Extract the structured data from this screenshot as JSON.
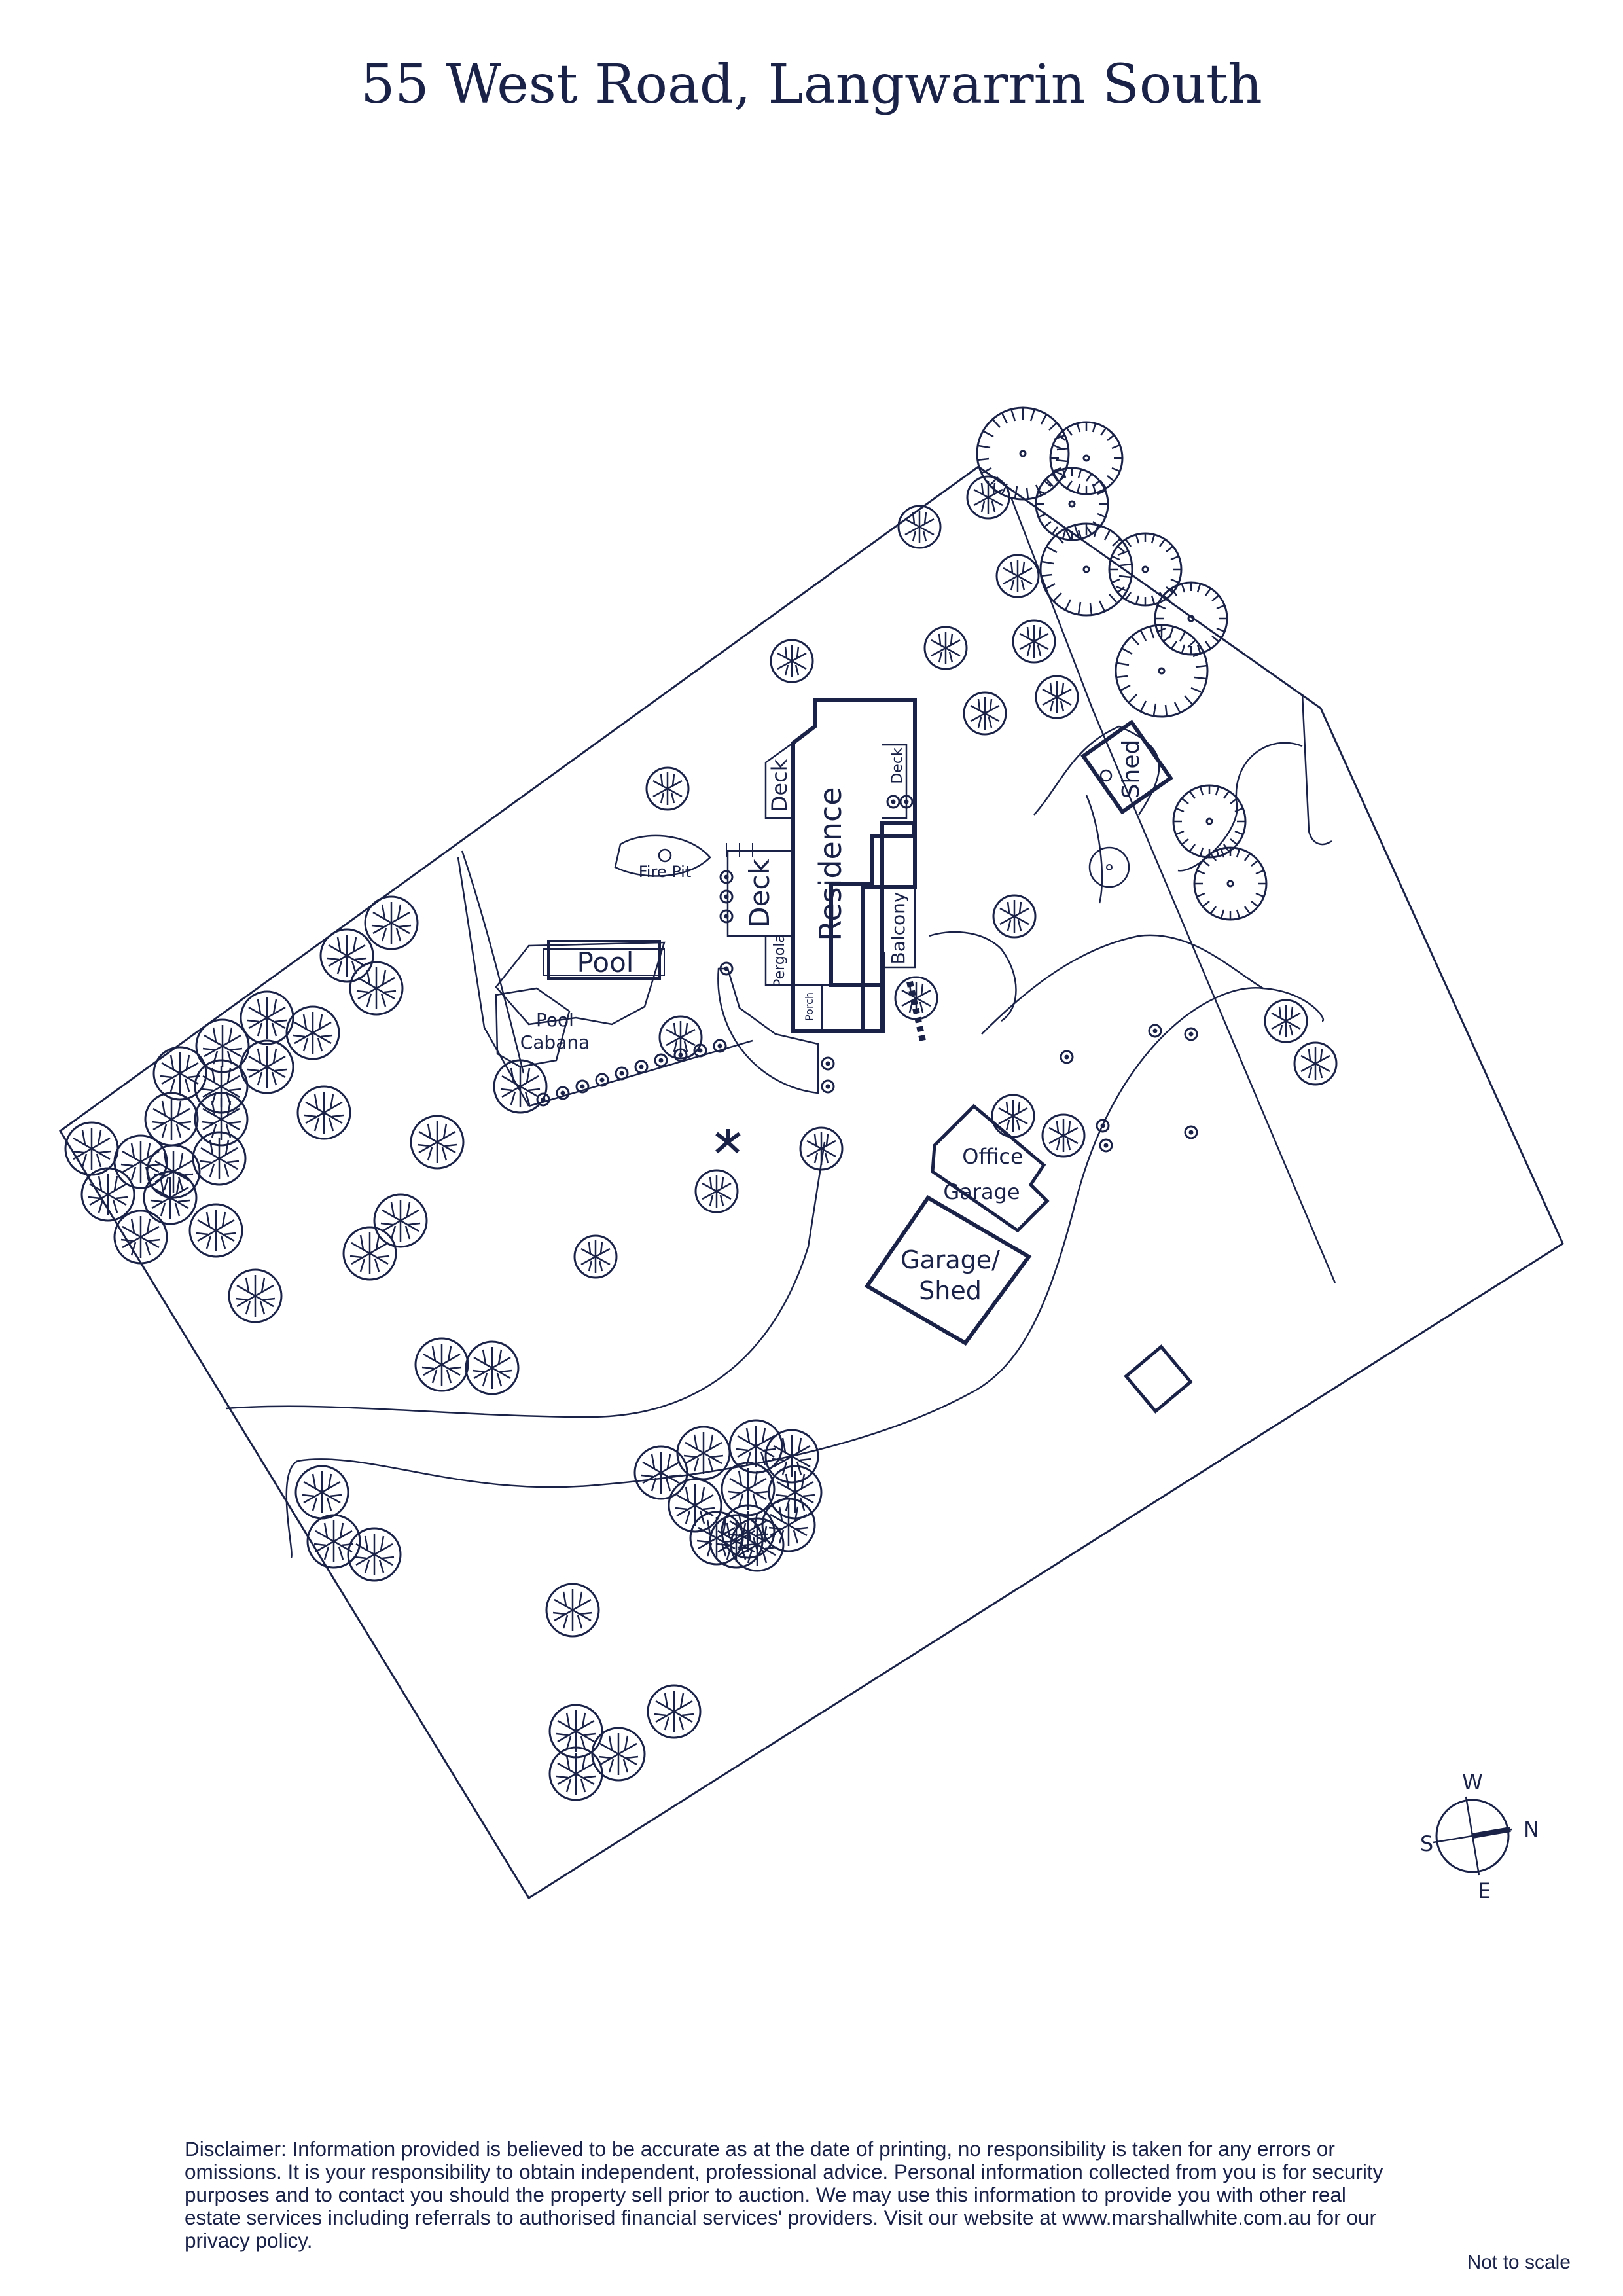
{
  "title": "55 West Road, Langwarrin South",
  "labels": {
    "residence": "Residence",
    "deck_main": "Deck",
    "deck_upper": "Deck",
    "deck_right": "Deck",
    "balcony": "Balcony",
    "pergola": "Pergola",
    "porch": "Porch",
    "pool": "Pool",
    "pool_cabana_1": "Pool",
    "pool_cabana_2": "Cabana",
    "fire_pit": "Fire Pit",
    "shed": "Shed",
    "office": "Office",
    "garage": "Garage",
    "garage_shed_1": "Garage/",
    "garage_shed_2": "Shed"
  },
  "compass": {
    "w": "W",
    "n": "N",
    "s": "S",
    "e": "E"
  },
  "disclaimer": "Disclaimer: Information provided is believed to be accurate as at the date of printing, no responsibility is taken for any errors or omissions. It is your responsibility to obtain independent, professional advice. Personal information collected from you is for security purposes and to contact you should the property sell prior to auction. We may use this information to provide you with other real estate services including referrals to authorised financial services' providers. Visit our website at www.marshallwhite.com.au for our privacy policy.",
  "not_to_scale": "Not to scale",
  "colors": {
    "ink": "#1a2247",
    "background": "#ffffff"
  }
}
